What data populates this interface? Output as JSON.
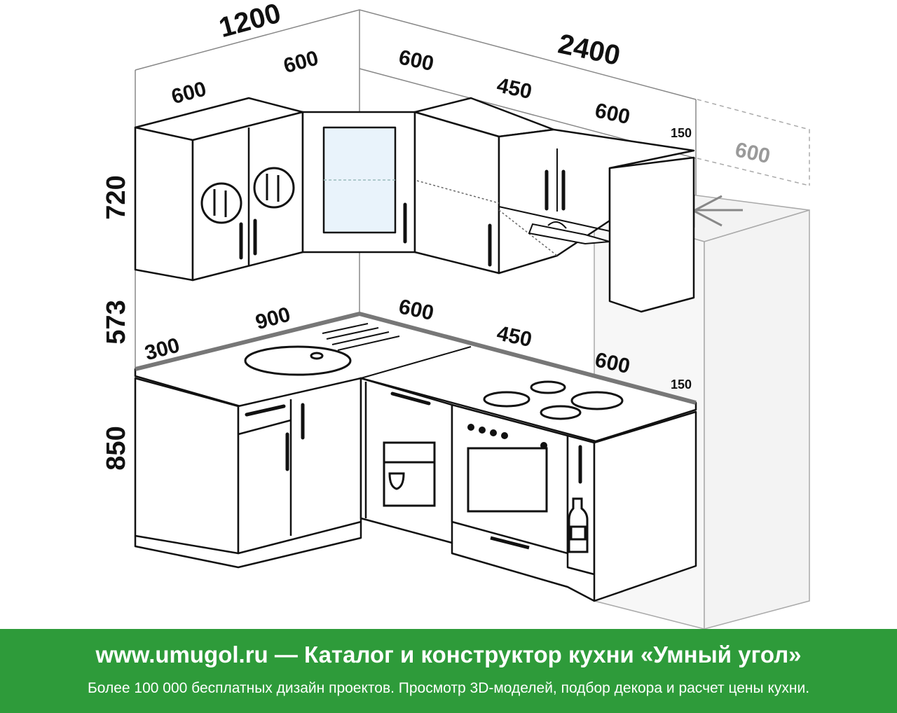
{
  "dimensions": {
    "wall_left_total": "1200",
    "wall_right_total": "2400",
    "upper_left_cab": "600",
    "upper_corner_left": "600",
    "upper_corner_right": "600",
    "upper_hood_cab": "450",
    "upper_right_cab": "600",
    "upper_gap": "150",
    "fridge_width": "600",
    "height_upper": "720",
    "height_gap": "573",
    "height_base": "850",
    "base_side": "300",
    "base_sink": "900",
    "base_corner": "600",
    "base_dishwasher": "450",
    "base_oven": "600",
    "base_gap": "150"
  },
  "banner": {
    "title": "www.umugol.ru — Каталог и конструктор кухни «Умный угол»",
    "subtitle": "Более 100 000 бесплатных дизайн проектов. Просмотр 3D-моделей, подбор декора и расчет цены кухни."
  },
  "colors": {
    "banner_bg": "#2e9b3a",
    "line": "#111111",
    "ghost": "#9a9a9a",
    "glass": "#e9f3fb"
  }
}
